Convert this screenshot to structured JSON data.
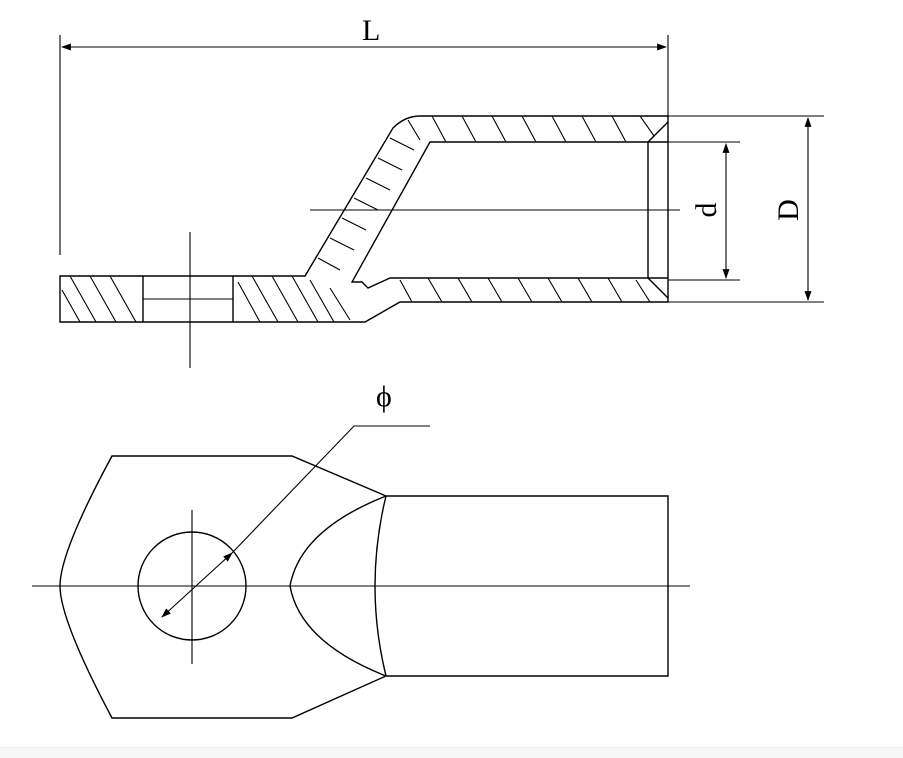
{
  "labels": {
    "length": "L",
    "inner_diameter": "d",
    "outer_diameter": "D",
    "hole_diameter": "ϕ"
  }
}
